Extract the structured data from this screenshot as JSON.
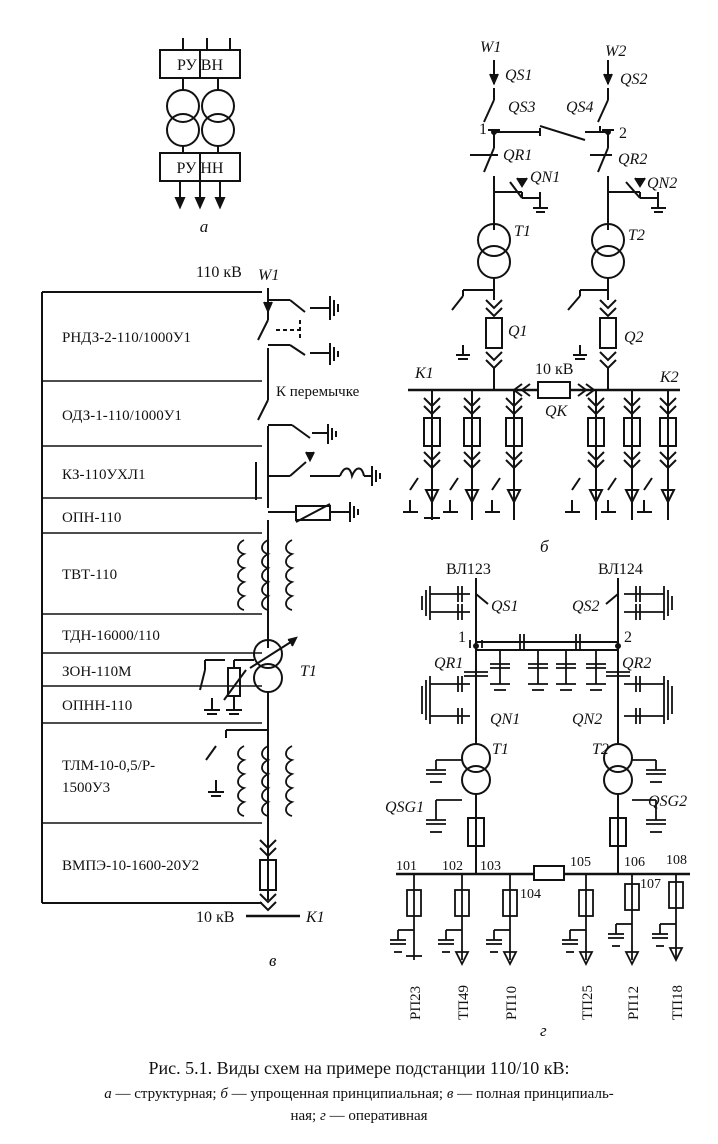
{
  "panel_a": {
    "ru_vn": "РУ ВН",
    "ru_nn": "РУ НН",
    "label": "а"
  },
  "panel_b": {
    "w1": "W1",
    "w2": "W2",
    "qs1": "QS1",
    "qs2": "QS2",
    "qs3": "QS3",
    "qs4": "QS4",
    "n1": "1",
    "n2": "2",
    "qr1": "QR1",
    "qr2": "QR2",
    "qn1": "QN1",
    "qn2": "QN2",
    "t1": "T1",
    "t2": "T2",
    "q1": "Q1",
    "q2": "Q2",
    "k1": "K1",
    "k2": "K2",
    "voltage": "10 кВ",
    "qk": "QK",
    "label": "б"
  },
  "panel_v": {
    "voltage_hv": "110 кВ",
    "w1": "W1",
    "jumper": "К перемычке",
    "t1": "T1",
    "voltage_lv": "10 кВ",
    "k1": "K1",
    "label": "в",
    "equipment": [
      "РНДЗ-2-110/1000У1",
      "ОДЗ-1-110/1000У1",
      "КЗ-110УХЛ1",
      "ОПН-110",
      "ТВТ-110",
      "ТДН-16000/110",
      "ЗОН-110М",
      "ОПНН-110",
      "ТЛМ-10-0,5/Р-",
      "1500У3",
      "ВМПЭ-10-1600-20У2"
    ]
  },
  "panel_g": {
    "vl123": "ВЛ123",
    "vl124": "ВЛ124",
    "qs1": "QS1",
    "qs2": "QS2",
    "n1": "1",
    "n2": "2",
    "qr1": "QR1",
    "qr2": "QR2",
    "qn1": "QN1",
    "qn2": "QN2",
    "t1": "T1",
    "t2": "T2",
    "qsg1": "QSG1",
    "qsg2": "QSG2",
    "nodes": [
      "101",
      "102",
      "103",
      "104",
      "105",
      "106",
      "107",
      "108"
    ],
    "feeders": [
      "РП23",
      "ТП49",
      "РП10",
      "ТП25",
      "РП12",
      "ТП18"
    ],
    "label": "г"
  },
  "caption": {
    "line1": "Рис. 5.1. Виды схем на примере подстанции 110/10 кВ:",
    "line2_a": "а",
    "line2_a_text": " — структурная; ",
    "line2_b": "б",
    "line2_b_text": " — упрощенная принципиальная; ",
    "line2_v": "в",
    "line2_v_text": " — полная принципиаль-",
    "line3": "ная; ",
    "line3_g": "г",
    "line3_text": " — оперативная"
  }
}
